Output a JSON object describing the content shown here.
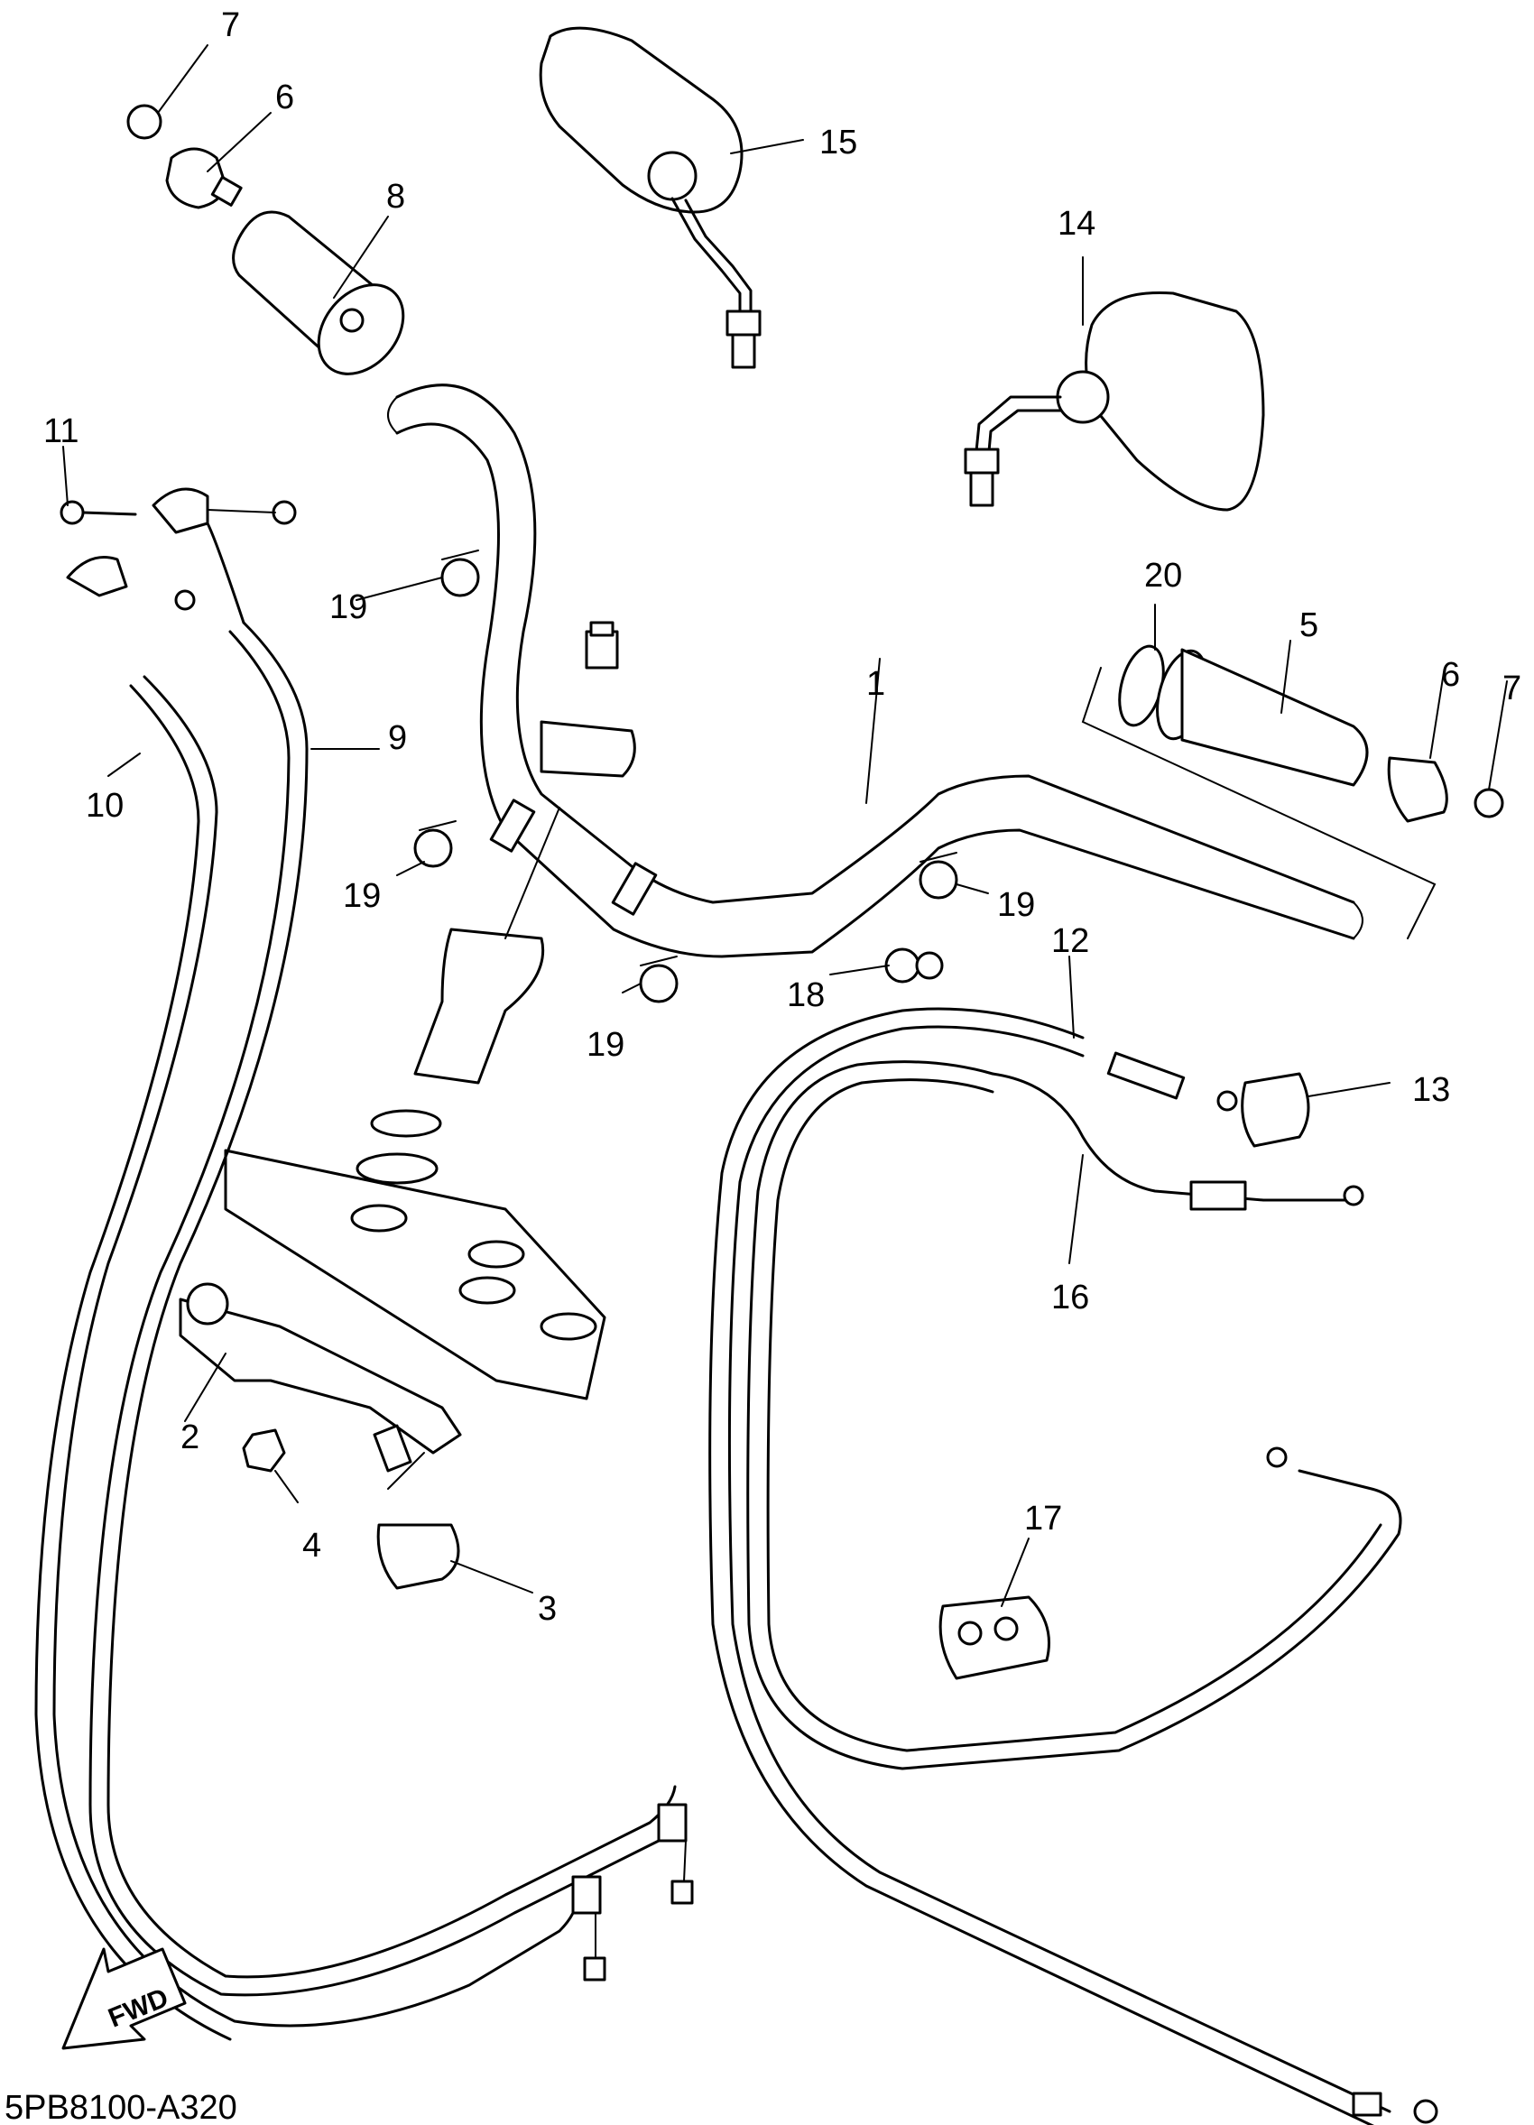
{
  "diagram": {
    "code": "5PB8100-A320",
    "fwd_label": "FWD",
    "callouts": [
      "1",
      "2",
      "3",
      "4",
      "5",
      "6",
      "7",
      "8",
      "9",
      "10",
      "11",
      "12",
      "13",
      "14",
      "15",
      "16",
      "17",
      "18",
      "19",
      "20"
    ],
    "extra_callouts": [
      "6",
      "7",
      "19",
      "19",
      "19"
    ]
  }
}
